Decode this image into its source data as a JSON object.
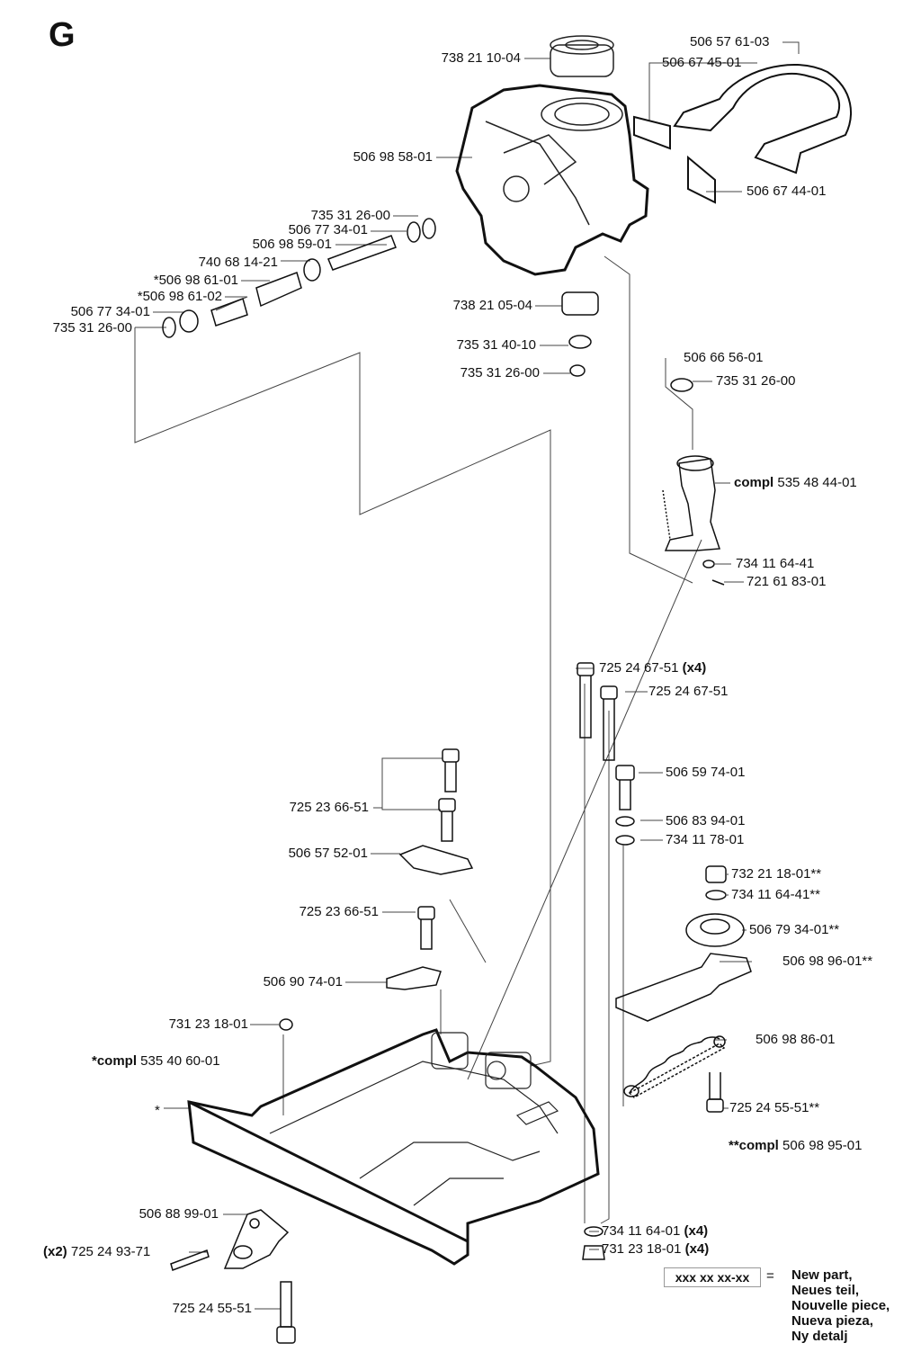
{
  "section_letter": "G",
  "labels": {
    "l01": "738 21 10-04",
    "l02": "506 57 61-03",
    "l03": "506 67 45-01",
    "l04": "506 98 58-01",
    "l05": "506 67 44-01",
    "l06": "735 31 26-00",
    "l07": "506 77 34-01",
    "l08": "506 98 59-01",
    "l09": "740 68 14-21",
    "l10": "*506 98 61-01",
    "l11": "*506 98 61-02",
    "l12": "506 77 34-01",
    "l13": "735 31 26-00",
    "l14": "738 21 05-04",
    "l15": "735 31 40-10",
    "l16": "735 31 26-00",
    "l17": "506 66 56-01",
    "l18": "735 31 26-00",
    "l19_prefix": "compl",
    "l19": " 535 48 44-01",
    "l20": "734 11 64-41",
    "l21": "721 61 83-01",
    "l22": "725 24 67-51",
    "l22_suffix": " (x4)",
    "l23": "725 24 67-51",
    "l24": "506 59 74-01",
    "l25": "725 23 66-51",
    "l26": "506 83 94-01",
    "l27": "734 11 78-01",
    "l28": "506 57 52-01",
    "l29": "732 21 18-01**",
    "l30": "734 11 64-41**",
    "l31": "725 23 66-51",
    "l32": "506 79 34-01**",
    "l33": "506 90 74-01",
    "l34": "506 98 96-01**",
    "l35": "731 23 18-01",
    "l36": "506 98 86-01",
    "l37_prefix": "*compl",
    "l37": " 535 40 60-01",
    "l38": "*",
    "l39": "725 24 55-51**",
    "l40_prefix": "**compl",
    "l40": " 506 98 95-01",
    "l41": "506 88 99-01",
    "l42": "734 11 64-01",
    "l42_suffix": " (x4)",
    "l43_prefix": "(x2)",
    "l43": " 725 24 93-71",
    "l44": "731 23 18-01",
    "l44_suffix": " (x4)",
    "l45": "725 24 55-51"
  },
  "legend": {
    "code": "xxx xx xx-xx",
    "equals": "=",
    "lines": [
      "New part,",
      "Neues teil,",
      "Nouvelle piece,",
      "Nueva pieza,",
      "Ny detalj"
    ]
  },
  "colors": {
    "line": "#333333",
    "outline": "#111111"
  }
}
